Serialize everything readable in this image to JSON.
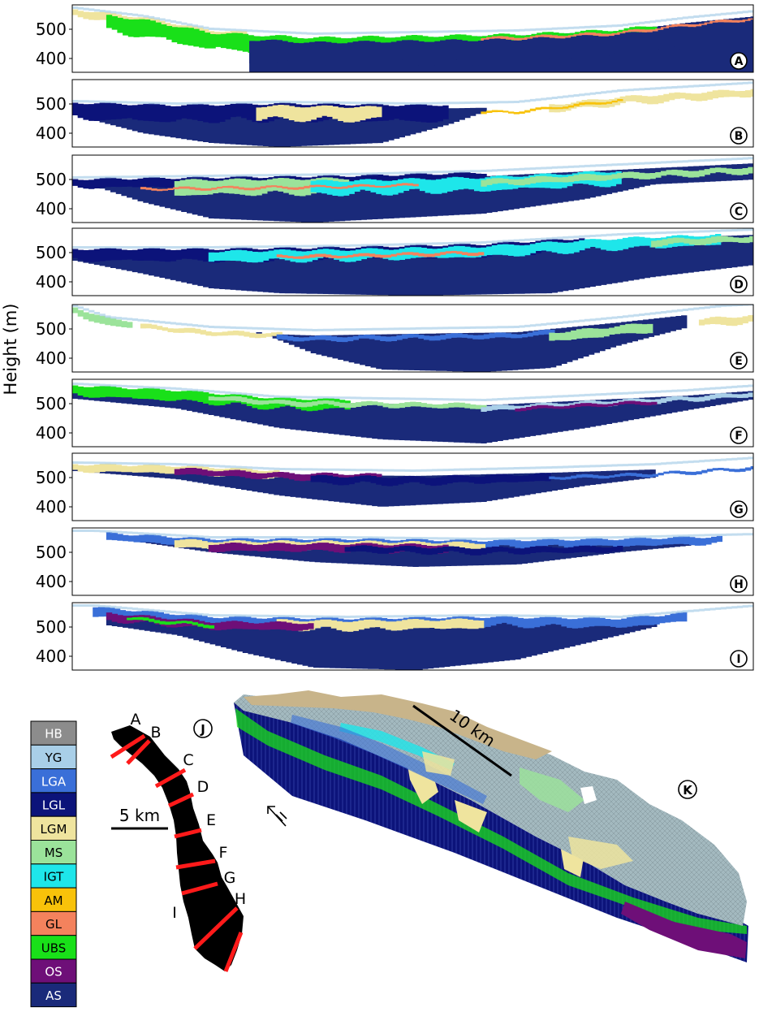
{
  "ylabel": "Height (m)",
  "yticks": [
    "500",
    "400"
  ],
  "panels": [
    {
      "id": "A",
      "label": "A"
    },
    {
      "id": "B",
      "label": "B"
    },
    {
      "id": "C",
      "label": "C"
    },
    {
      "id": "D",
      "label": "D"
    },
    {
      "id": "E",
      "label": "E"
    },
    {
      "id": "F",
      "label": "F"
    },
    {
      "id": "G",
      "label": "G"
    },
    {
      "id": "H",
      "label": "H"
    },
    {
      "id": "I",
      "label": "I"
    }
  ],
  "legend": [
    {
      "code": "HB",
      "color": "#8c8c8c"
    },
    {
      "code": "YG",
      "color": "#a9cfe8"
    },
    {
      "code": "LGA",
      "color": "#3a6fd8"
    },
    {
      "code": "LGL",
      "color": "#0c137a"
    },
    {
      "code": "LGM",
      "color": "#efe49e"
    },
    {
      "code": "MS",
      "color": "#9be39a"
    },
    {
      "code": "IGT",
      "color": "#1ee6ea"
    },
    {
      "code": "AM",
      "color": "#f8c20a"
    },
    {
      "code": "GL",
      "color": "#f4825d"
    },
    {
      "code": "UBS",
      "color": "#19e019"
    },
    {
      "code": "OS",
      "color": "#6e0f78"
    },
    {
      "code": "AS",
      "color": "#1a2a7a"
    }
  ],
  "map": {
    "label": "J",
    "scale_label": "5 km",
    "section_letters": [
      "A",
      "B",
      "C",
      "D",
      "E",
      "F",
      "G",
      "H",
      "I"
    ]
  },
  "block3d": {
    "label": "K",
    "scale_label": "10 km"
  },
  "colors": {
    "AS": "#1a2a7a",
    "LGL": "#0c137a",
    "LGM": "#efe49e",
    "UBS": "#19e019",
    "IGT": "#1ee6ea",
    "MS": "#9be39a",
    "OS": "#6e0f78",
    "YG": "#a9cfe8",
    "LGA": "#3a6fd8",
    "GL": "#f4825d",
    "AM": "#f8c20a",
    "section_line": "#ff1a1a"
  }
}
